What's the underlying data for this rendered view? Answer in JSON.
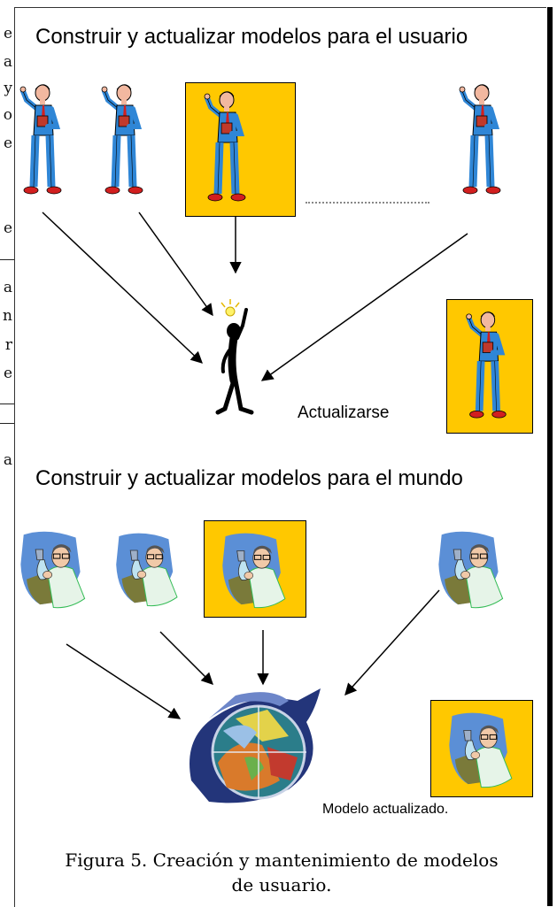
{
  "left_fragment": {
    "letters": [
      "e",
      "a",
      "y",
      "o",
      "e",
      "e",
      "a",
      "n",
      "r",
      "e",
      "a"
    ]
  },
  "top_section": {
    "heading": "Construir y actualizar modelos para el usuario",
    "ellipsis": ". . . . . . . . . . . . . .",
    "center_label": "Actualizarse"
  },
  "bottom_section": {
    "heading": "Construir y actualizar modelos para el mundo",
    "center_label": "Modelo actualizado."
  },
  "caption": {
    "line1": "Figura 5. Creación y mantenimiento de modelos",
    "line2": "de usuario."
  },
  "colors": {
    "highlight": "#ffc800",
    "suit": "#2f86d6",
    "arrow": "#000000"
  },
  "icons": {
    "presenter": "presenter-man-icon",
    "thinker": "thinker-lightbulb-icon",
    "scientist": "scientist-icon",
    "globe": "world-model-globe-icon"
  }
}
